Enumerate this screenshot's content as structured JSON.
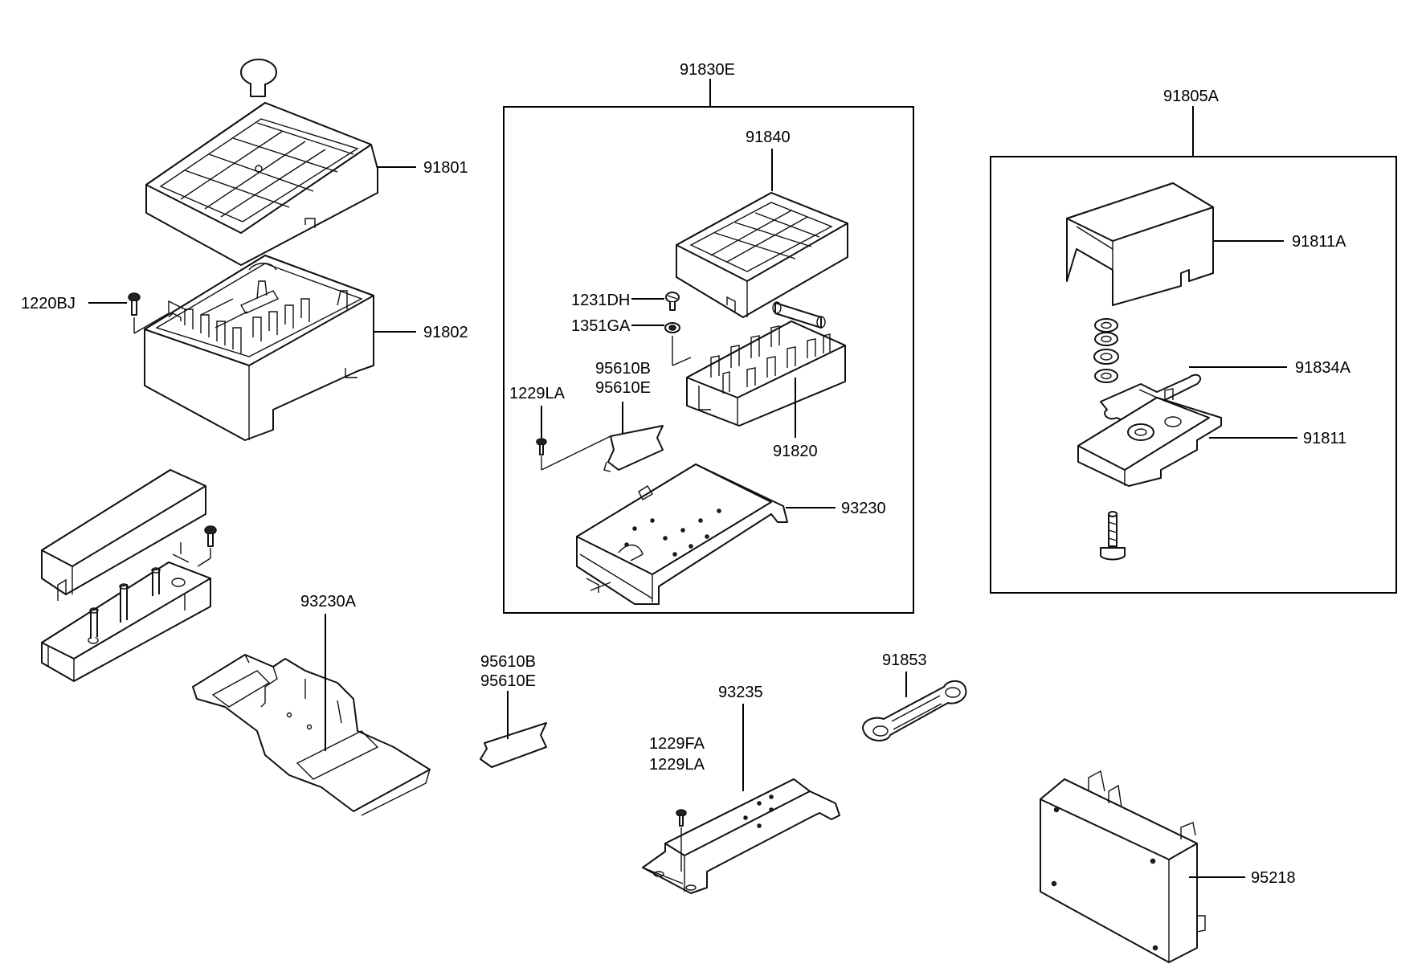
{
  "labels": {
    "p91801": "91801",
    "p91802": "91802",
    "p1220BJ": "1220BJ",
    "p91830E": "91830E",
    "p91840": "91840",
    "p1231DH": "1231DH",
    "p1351GA": "1351GA",
    "p95610B_a": "95610B",
    "p95610E_a": "95610E",
    "p1229LA_a": "1229LA",
    "p91820": "91820",
    "p93230": "93230",
    "p91805A": "91805A",
    "p91811A": "91811A",
    "p91834A": "91834A",
    "p91811": "91811",
    "p93230A": "93230A",
    "p95610B_b": "95610B",
    "p95610E_b": "95610E",
    "p93235": "93235",
    "p1229FA": "1229FA",
    "p1229LA_b": "1229LA",
    "p91853": "91853",
    "p95218": "95218"
  }
}
